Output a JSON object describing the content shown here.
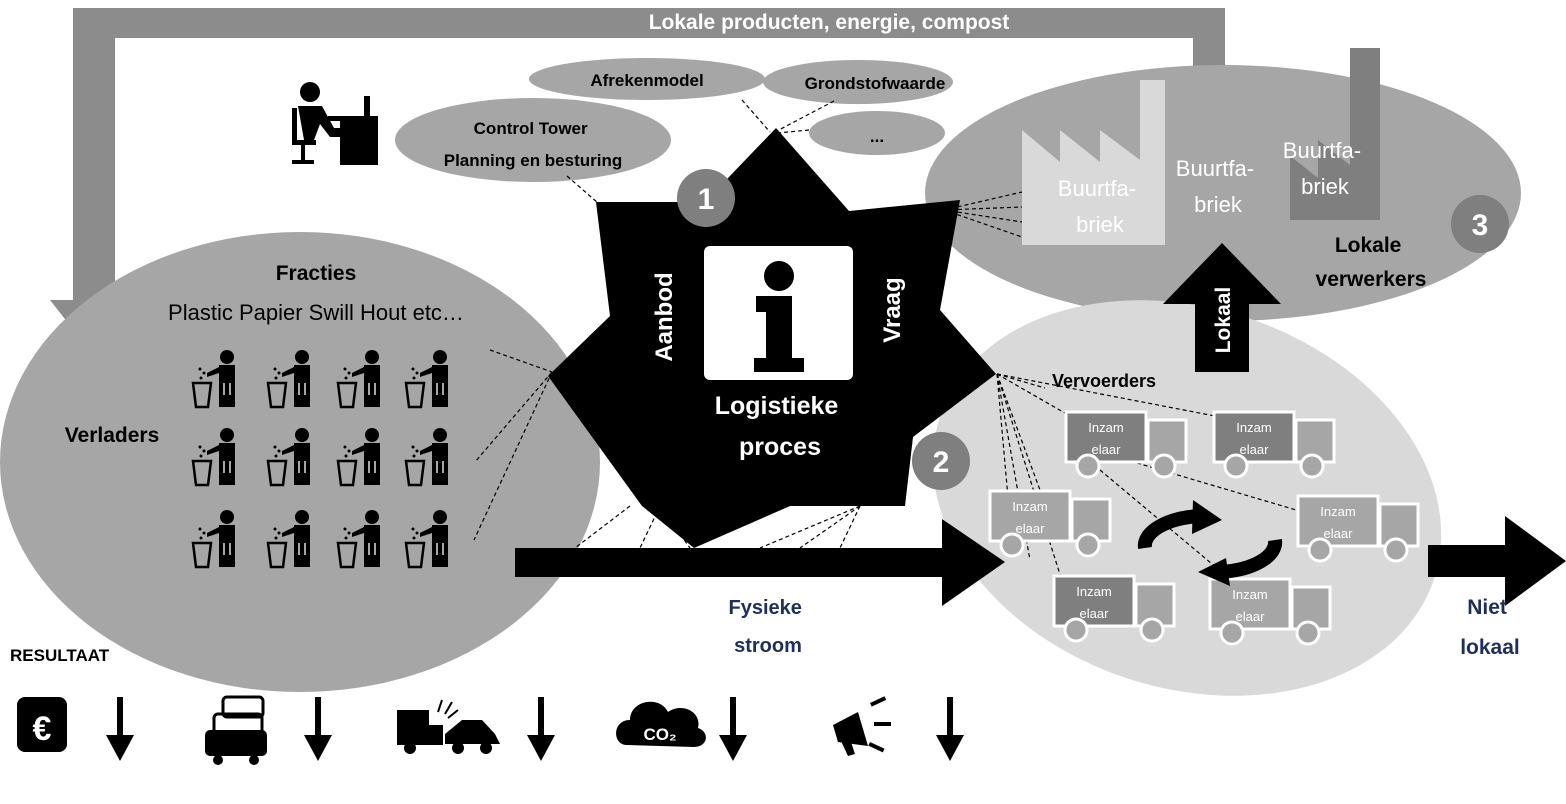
{
  "top_loop": {
    "label": "Lokale producten, energie, compost"
  },
  "info_tags": [
    "Afrekenmodel",
    "Grondstofwaarde",
    "..."
  ],
  "control_tower": {
    "line1": "Control Tower",
    "line2": "Planning en besturing"
  },
  "star": {
    "left_label": "Aanbod",
    "right_label": "Vraag",
    "title_line1": "Logistieke",
    "title_line2": "proces"
  },
  "markers": {
    "one": "1",
    "two": "2",
    "three": "3"
  },
  "shippers": {
    "heading": "Fracties",
    "fractions": "Plastic Papier Swill Hout etc…",
    "label": "Verladers"
  },
  "carriers": {
    "label": "Vervoerders",
    "truck_label_line1": "Inzam",
    "truck_label_line2": "elaar"
  },
  "processors": {
    "label_line1": "Lokale",
    "label_line2": "verwerkers",
    "factory_label_line1": "Buurtfa-",
    "factory_label_line2": "briek"
  },
  "flows": {
    "local": "Lokaal",
    "physical_line1": "Fysieke",
    "physical_line2": "stroom",
    "nonlocal_line1": "Niet",
    "nonlocal_line2": "lokaal"
  },
  "result": {
    "label": "RESULTAAT",
    "co2": "CO₂",
    "euro": "€",
    "icons": [
      "euro-icon",
      "traffic-jam-icon",
      "collision-icon",
      "co2-cloud-icon",
      "noise-megaphone-icon"
    ]
  },
  "colors": {
    "ellipse": "#a6a6a6",
    "ellipse_light": "#d9d9d9",
    "loop": "#8c8c8c",
    "navy": "#1f2f5c"
  }
}
